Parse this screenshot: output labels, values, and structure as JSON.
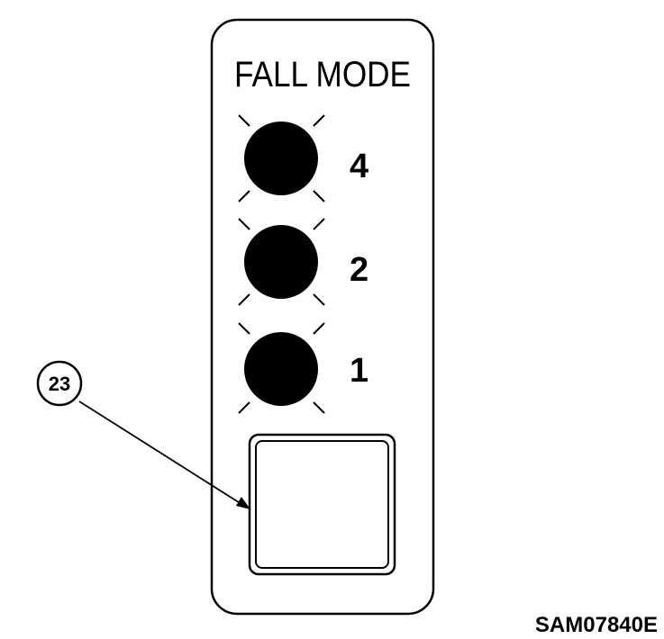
{
  "panel": {
    "title": "FALL MODE",
    "leds": [
      {
        "label": "4"
      },
      {
        "label": "2"
      },
      {
        "label": "1"
      }
    ]
  },
  "callout": {
    "number": "23"
  },
  "figure_code": "SAM07840E"
}
